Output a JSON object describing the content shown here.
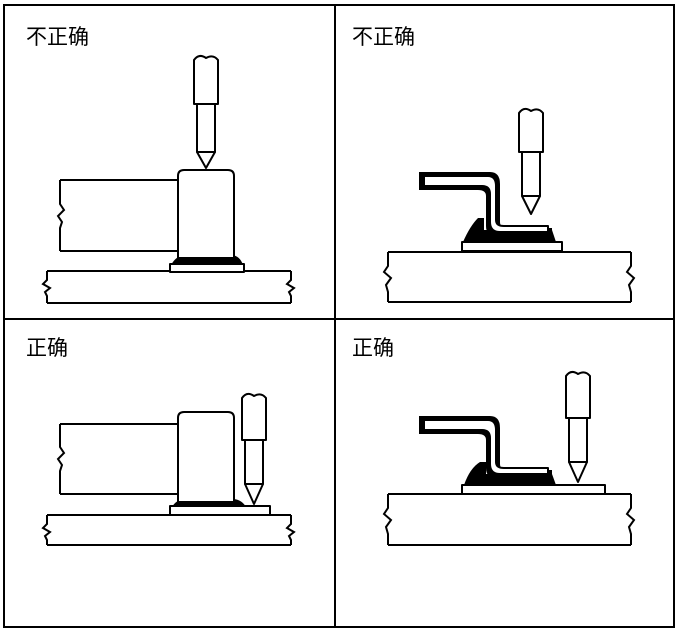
{
  "panels": [
    {
      "label": "不正确"
    },
    {
      "label": "不正确"
    },
    {
      "label": "正确"
    },
    {
      "label": "正确"
    }
  ]
}
